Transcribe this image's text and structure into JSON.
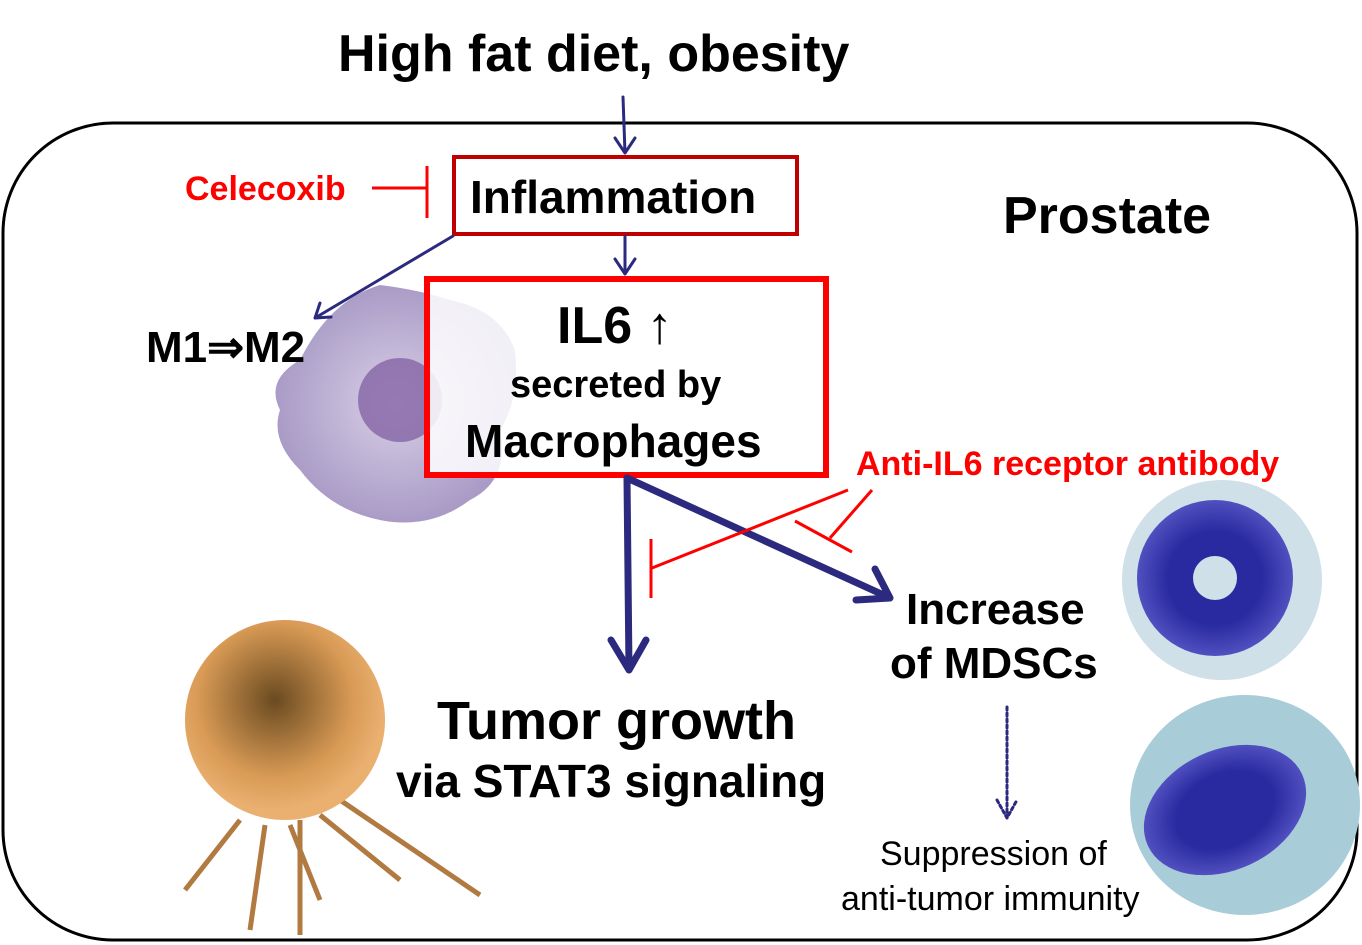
{
  "title": "High fat diet, obesity",
  "organ_label": "Prostate",
  "inhibitors": {
    "celecoxib": "Celecoxib",
    "anti_il6r": "Anti-IL6 receptor antibody"
  },
  "nodes": {
    "inflammation": "Inflammation",
    "il6": "IL6",
    "il6_arrow": "↑",
    "il6_sub1": "secreted by",
    "il6_sub2": "Macrophages",
    "m1m2": "M1⇒M2",
    "mdsc1": "Increase",
    "mdsc2": "of MDSCs",
    "tumor1": "Tumor growth",
    "tumor2": "via STAT3 signaling",
    "supp1": "Suppression of",
    "supp2": "anti-tumor immunity"
  },
  "colors": {
    "arrow": "#2b2a7e",
    "inhibit": "#ff0000",
    "inflammation_border": "#c00000",
    "il6_border": "#ff0000",
    "macrophage": "#b9acd0",
    "tumor_cell": "#e0a060",
    "mdsc": "#2a2aa0"
  }
}
